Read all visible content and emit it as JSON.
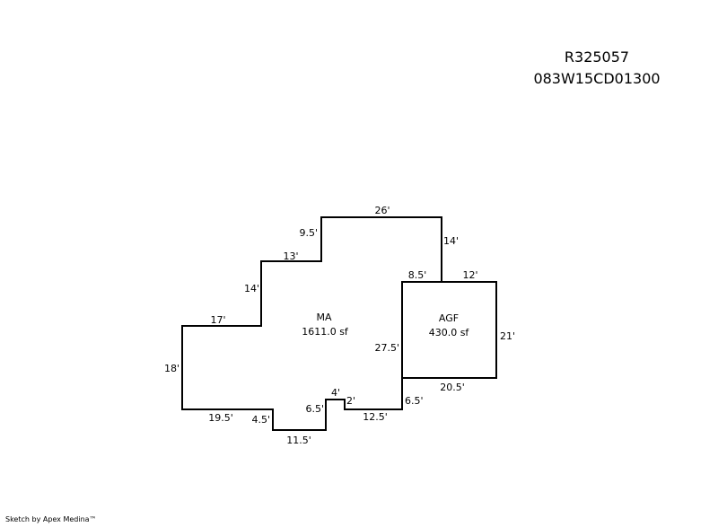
{
  "header": {
    "record_id": "R325057",
    "parcel_id": "083W15CD01300"
  },
  "areas": [
    {
      "code": "MA",
      "area": "1611.0 sf"
    },
    {
      "code": "AGF",
      "area": "430.0 sf"
    }
  ],
  "dimensions": {
    "ma_top": "26'",
    "ma_right_upper": "14'",
    "ma_step_upper": "9.5'",
    "ma_step_top": "13'",
    "ma_left_upper": "14'",
    "ma_left_top": "17'",
    "ma_left": "18'",
    "ma_bottom_left": "19.5'",
    "ma_notch_left": "4.5'",
    "ma_notch_bottom": "11.5'",
    "ma_bump_left": "6.5'",
    "ma_bump_top": "4'",
    "ma_bump_right": "2'",
    "ma_bottom_right": "12.5'",
    "ma_right_lower": "6.5'",
    "ma_shared": "27.5'",
    "ma_top_right": "8.5'",
    "agf_top": "12'",
    "agf_right": "21'",
    "agf_bottom": "20.5'"
  },
  "footer": {
    "credit": "Sketch by Apex Medina™"
  }
}
